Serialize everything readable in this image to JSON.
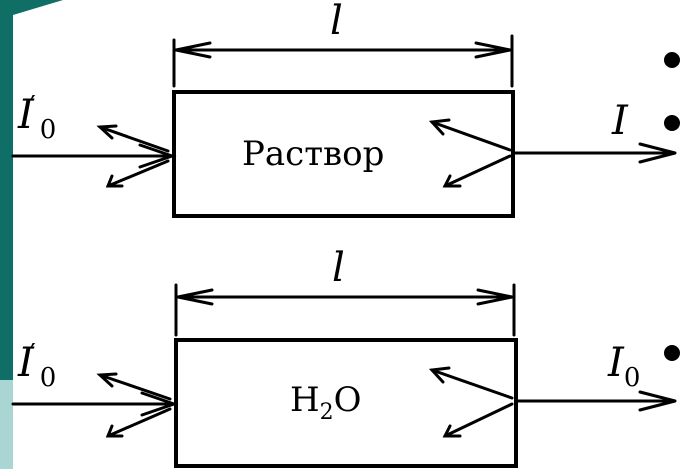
{
  "top": {
    "length_label": "l",
    "box_label": "Раствор",
    "input_symbol": "I",
    "input_prime": "′",
    "input_subscript": "0",
    "output_symbol": "I"
  },
  "bottom": {
    "length_label": "l",
    "box_label_main": "H",
    "box_label_sub": "2",
    "box_label_end": "O",
    "input_symbol": "I",
    "input_prime": "′",
    "input_subscript": "0",
    "output_symbol": "I",
    "output_subscript": "0"
  },
  "colors": {
    "accent_dark": "#0f6e66",
    "accent_light": "#a9d6d2",
    "ink": "#000000"
  }
}
